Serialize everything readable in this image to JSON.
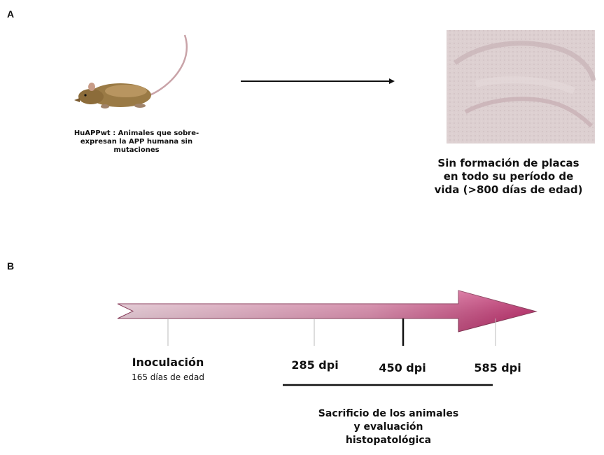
{
  "panel_a": {
    "label": "A",
    "mouse_caption_line1": "HuAPPwt : Animales que sobre-",
    "mouse_caption_line2": "expresan la APP humana sin",
    "mouse_caption_line3": "mutaciones",
    "result_line1": "Sin formación de placas",
    "result_line2": "en todo su período de",
    "result_line3": "vida (>800 días de edad)"
  },
  "panel_b": {
    "label": "B",
    "inoculation_title": "Inoculación",
    "inoculation_sub": "165 días de edad",
    "tick_285": "285 dpi",
    "tick_450": "450 dpi",
    "tick_585": "585 dpi",
    "sacrifice_line1": "Sacrificio de los animales",
    "sacrifice_line2": "y evaluación",
    "sacrifice_line3": "histopatológica"
  },
  "colors": {
    "arrow_start": "#f5dce6",
    "arrow_end": "#c8306e",
    "tissue": "#dccfd0"
  }
}
